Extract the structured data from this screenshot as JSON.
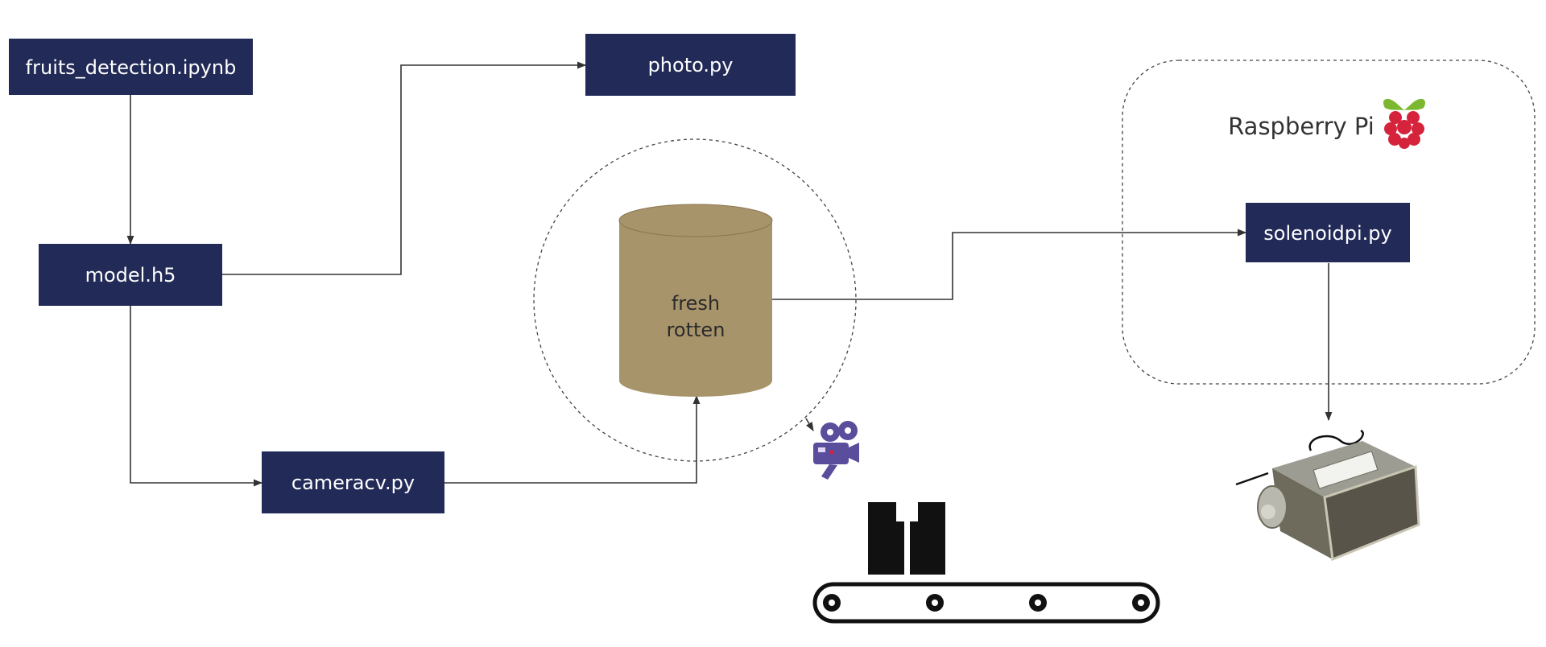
{
  "nodes": {
    "fruits_detection": {
      "label": "fruits_detection.ipynb"
    },
    "photo": {
      "label": "photo.py"
    },
    "model": {
      "label": "model.h5"
    },
    "cameracv": {
      "label": "cameracv.py"
    },
    "solenoidpi": {
      "label": "solenoidpi.py"
    }
  },
  "database": {
    "line1": "fresh",
    "line2": "rotten"
  },
  "group": {
    "label": "Raspberry Pi"
  },
  "icons": {
    "raspberry": "raspberry-pi-logo-icon",
    "camera": "video-camera-icon",
    "conveyor": "conveyor-belt-icon",
    "solenoid": "solenoid-actuator-icon"
  },
  "colors": {
    "node_fill": "#222a57",
    "database_fill": "#a8946a",
    "database_stroke": "#8a7650",
    "raspberry_red": "#d6233c",
    "raspberry_leaf": "#7cb82f",
    "camera": "#5a4d9c"
  }
}
